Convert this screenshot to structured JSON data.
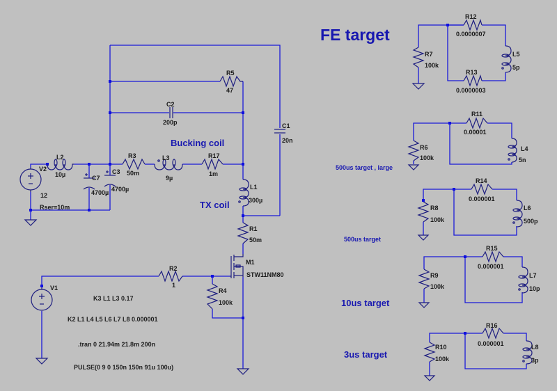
{
  "titles": {
    "fe_target": "FE target",
    "bucking_coil": "Bucking coil",
    "tx_coil": "TX coil",
    "t500_large": "500us target , large",
    "t500": "500us target",
    "t10": "10us target",
    "t3": "3us target"
  },
  "colors": {
    "background": "#c0c0c0",
    "wire": "#1a1ad8",
    "component": "#1e1e80",
    "junction": "#1010e0",
    "annotation": "#1818b0"
  },
  "components": {
    "V2": {
      "name": "V2",
      "value": "12",
      "extra": "Rser=10m"
    },
    "L2": {
      "name": "L2",
      "value": "10µ"
    },
    "C7": {
      "name": "C7",
      "value": "4700µ"
    },
    "C3": {
      "name": "C3",
      "value": "4700µ"
    },
    "R3": {
      "name": "R3",
      "value": "50m"
    },
    "L3": {
      "name": "L3",
      "value": "9µ"
    },
    "R17": {
      "name": "R17",
      "value": "1m"
    },
    "R5": {
      "name": "R5",
      "value": "47"
    },
    "C2": {
      "name": "C2",
      "value": "200p"
    },
    "C1": {
      "name": "C1",
      "value": "20n"
    },
    "L1": {
      "name": "L1",
      "value": "300µ"
    },
    "R1": {
      "name": "R1",
      "value": "50m"
    },
    "M1": {
      "name": "M1",
      "value": "STW11NM80"
    },
    "R2": {
      "name": "R2",
      "value": "1"
    },
    "R4": {
      "name": "R4",
      "value": "100k"
    },
    "V1": {
      "name": "V1"
    },
    "R7": {
      "name": "R7",
      "value": "100k"
    },
    "R12": {
      "name": "R12",
      "value": "0.0000007"
    },
    "R13": {
      "name": "R13",
      "value": "0.0000003"
    },
    "L5": {
      "name": "L5",
      "value": "5p"
    },
    "R6": {
      "name": "R6",
      "value": "100k"
    },
    "R11": {
      "name": "R11",
      "value": "0.00001"
    },
    "L4": {
      "name": "L4",
      "value": "5n"
    },
    "R8": {
      "name": "R8",
      "value": "100k"
    },
    "R14": {
      "name": "R14",
      "value": "0.000001"
    },
    "L6": {
      "name": "L6",
      "value": "500p"
    },
    "R9": {
      "name": "R9",
      "value": "100k"
    },
    "R15": {
      "name": "R15",
      "value": "0.000001"
    },
    "L7": {
      "name": "L7",
      "value": "10p"
    },
    "R10": {
      "name": "R10",
      "value": "100k"
    },
    "R16": {
      "name": "R16",
      "value": "0.000001"
    },
    "L8": {
      "name": "L8",
      "value": "3p"
    }
  },
  "directives": {
    "k3": "K3 L1 L3 0.17",
    "k2": "K2 L1 L4 L5 L6 L7 L8  0.000001",
    "tran": ".tran 0 21.94m 21.8m 200n",
    "pulse": "PULSE(0 9 0 150n 150n 91u 100u)"
  }
}
